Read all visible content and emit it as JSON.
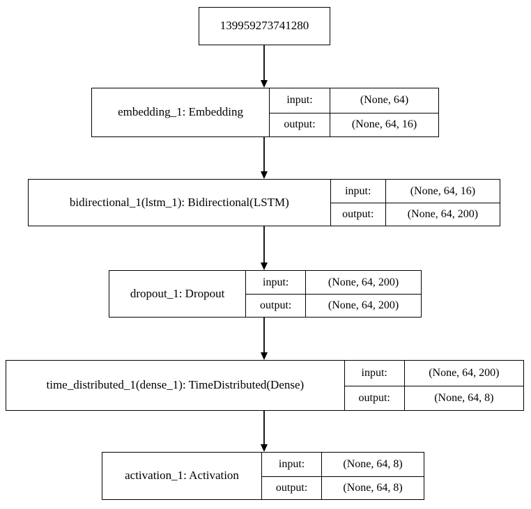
{
  "graph": {
    "title": "Keras model architecture graph",
    "background_color": "#ffffff",
    "edge_color": "#1a1a1a",
    "border_color": "#000000"
  },
  "nodes": [
    {
      "id": "input-tensor",
      "label": "139959273741280",
      "has_io": false
    },
    {
      "id": "embedding-1",
      "label": "embedding_1: Embedding",
      "has_io": true,
      "input_key": "input:",
      "input_value": "(None, 64)",
      "output_key": "output:",
      "output_value": "(None, 64, 16)"
    },
    {
      "id": "bidirectional-1",
      "label": "bidirectional_1(lstm_1): Bidirectional(LSTM)",
      "has_io": true,
      "input_key": "input:",
      "input_value": "(None, 64, 16)",
      "output_key": "output:",
      "output_value": "(None, 64, 200)"
    },
    {
      "id": "dropout-1",
      "label": "dropout_1: Dropout",
      "has_io": true,
      "input_key": "input:",
      "input_value": "(None, 64, 200)",
      "output_key": "output:",
      "output_value": "(None, 64, 200)"
    },
    {
      "id": "time-distributed-1",
      "label": "time_distributed_1(dense_1): TimeDistributed(Dense)",
      "has_io": true,
      "input_key": "input:",
      "input_value": "(None, 64, 200)",
      "output_key": "output:",
      "output_value": "(None, 64, 8)"
    },
    {
      "id": "activation-1",
      "label": "activation_1: Activation",
      "has_io": true,
      "input_key": "input:",
      "input_value": "(None, 64, 8)",
      "output_key": "output:",
      "output_value": "(None, 64, 8)"
    }
  ],
  "edges": [
    {
      "from": "input-tensor",
      "to": "embedding-1"
    },
    {
      "from": "embedding-1",
      "to": "bidirectional-1"
    },
    {
      "from": "bidirectional-1",
      "to": "dropout-1"
    },
    {
      "from": "dropout-1",
      "to": "time-distributed-1"
    },
    {
      "from": "time-distributed-1",
      "to": "activation-1"
    }
  ]
}
